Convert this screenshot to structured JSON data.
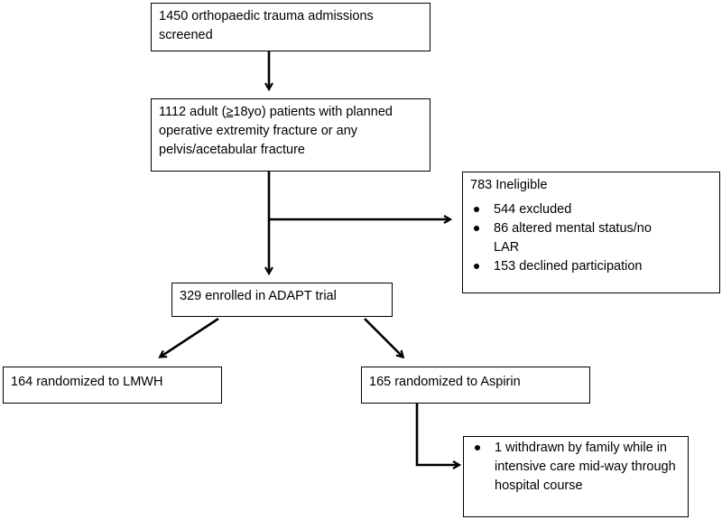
{
  "boxes": {
    "screened": "1450 orthopaedic trauma admissions screened",
    "adult_prefix": "1112 adult (",
    "adult_ge": "≥",
    "adult_suffix": "18yo) patients with planned operative extremity fracture or any pelvis/acetabular fracture",
    "ineligible_title": "783 Ineligible",
    "ineligible_items": [
      "544 excluded",
      "86 altered mental status/no LAR",
      "153 declined participation"
    ],
    "enrolled": "329 enrolled in ADAPT trial",
    "lmwh": "164 randomized to LMWH",
    "aspirin": "165 randomized to Aspirin",
    "withdrawn_items": [
      "1 withdrawn by family while in intensive care mid-way through hospital course"
    ]
  }
}
